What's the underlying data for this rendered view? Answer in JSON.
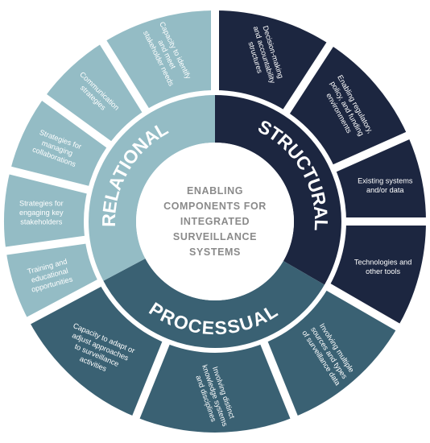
{
  "center_title": [
    "ENABLING",
    "COMPONENTS FOR",
    "INTEGRATED",
    "SURVEILLANCE",
    "SYSTEMS"
  ],
  "colors": {
    "structural": "#1c2640",
    "processual": "#3a6173",
    "relational": "#94bcc5",
    "separator": "#ffffff",
    "center_text": "#8a8a8a"
  },
  "categories": [
    {
      "key": "structural",
      "label": "STRUCTURAL",
      "items": [
        {
          "lines": [
            "Decision-making",
            "and accountability",
            "structures"
          ]
        },
        {
          "lines": [
            "Enabling regulatory,",
            "policy, and funding",
            "environments"
          ]
        },
        {
          "lines": [
            "Existing systems",
            "and/or data"
          ]
        },
        {
          "lines": [
            "Technologies  and",
            "other tools"
          ]
        }
      ]
    },
    {
      "key": "processual",
      "label": "PROCESSUAL",
      "items": [
        {
          "lines": [
            "Involving multiple",
            "sources and types",
            "of surveillance  data"
          ]
        },
        {
          "lines": [
            "Involving distinct",
            "knowledge systems",
            "and disciplines"
          ]
        },
        {
          "lines": [
            "Capacity to adapt or",
            "adjust approaches",
            "to surveillance",
            "activities"
          ]
        }
      ]
    },
    {
      "key": "relational",
      "label": "RELATIONAL",
      "items": [
        {
          "lines": [
            "Training and",
            "educational",
            "opportunities"
          ]
        },
        {
          "lines": [
            "Strategies for",
            "engaging key",
            "stakeholders"
          ]
        },
        {
          "lines": [
            "Strategies for",
            "managing",
            "collaborations"
          ]
        },
        {
          "lines": [
            "Communication",
            "strategies"
          ]
        },
        {
          "lines": [
            "Capacity to identify",
            "and meet",
            "stakeholder needs"
          ]
        }
      ]
    }
  ]
}
